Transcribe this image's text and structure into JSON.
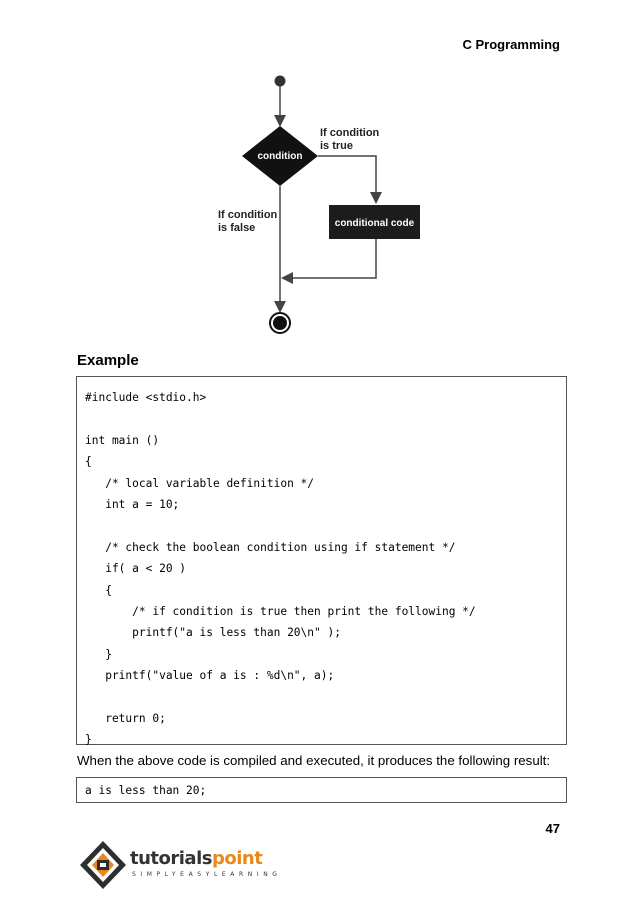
{
  "header": {
    "title": "C Programming"
  },
  "flowchart": {
    "condition_label": "condition",
    "true_label_line1": "If condition",
    "true_label_line2": "is true",
    "false_label_line1": "If condition",
    "false_label_line2": "is false",
    "code_label": "conditional code"
  },
  "example": {
    "heading": "Example",
    "code_lines": [
      "#include <stdio.h>",
      "",
      "int main ()",
      "{",
      "   /* local variable definition */",
      "   int a = 10;",
      "",
      "   /* check the boolean condition using if statement */",
      "   if( a < 20 )",
      "   {",
      "       /* if condition is true then print the following */",
      "       printf(\"a is less than 20\\n\" );",
      "   }",
      "   printf(\"value of a is : %d\\n\", a);",
      "",
      "   return 0;",
      "}"
    ]
  },
  "result": {
    "text": "When the above code is compiled and executed, it produces the following result:",
    "output_lines": [
      "a is less than 20;"
    ]
  },
  "footer": {
    "page_number": "47",
    "logo_word_1": "tutorials",
    "logo_word_2": "point",
    "logo_tagline": "SIMPLYEASYLEARNING"
  }
}
